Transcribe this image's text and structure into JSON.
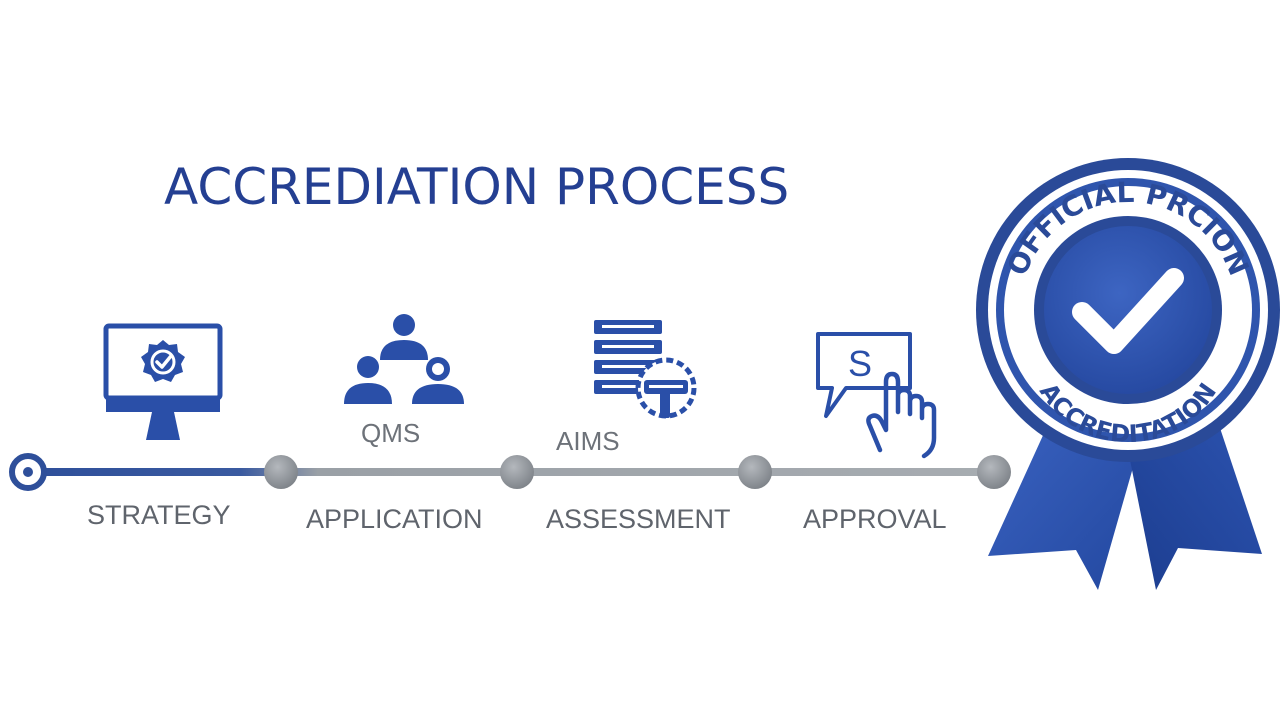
{
  "title": "ACCREDIATION PROCESS",
  "steps": [
    {
      "label": "STRATEGY",
      "icon": "monitor-badge-icon"
    },
    {
      "label": "APPLICATION",
      "icon": "team-icon",
      "icon_caption": "QMS"
    },
    {
      "label": "ASSESSMENT",
      "icon": "document-search-icon",
      "icon_caption": "AIMS"
    },
    {
      "label": "APPROVAL",
      "icon": "hand-touch-icon",
      "icon_glyph": "S"
    }
  ],
  "seal": {
    "top_text": "OFFICIAL PRCION",
    "bottom_text": "ACCREDITATION",
    "icon": "check-icon"
  },
  "colors": {
    "primary": "#2a4fa8",
    "navy": "#243f92",
    "timeline_blue": "#2e4f9a",
    "timeline_gray": "#9aa0a6",
    "node_gray": "#8c9197"
  }
}
